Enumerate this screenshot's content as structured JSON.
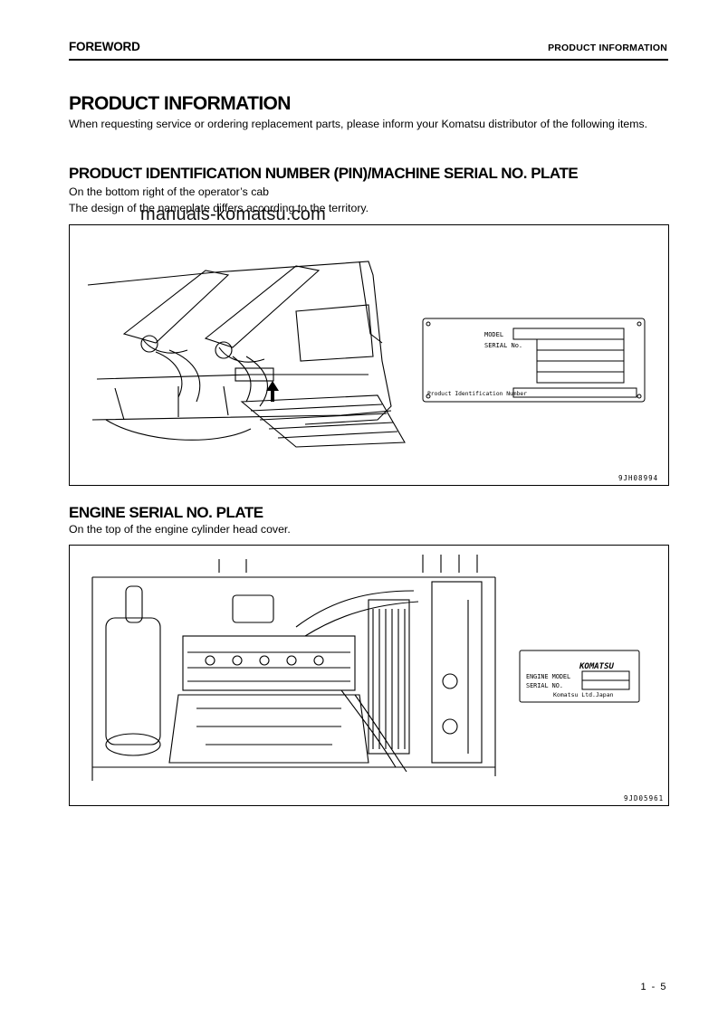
{
  "header": {
    "left": "FOREWORD",
    "right": "PRODUCT INFORMATION"
  },
  "title": "PRODUCT INFORMATION",
  "intro": "When requesting service or ordering replacement parts, please inform your Komatsu distributor of the following items.",
  "section1": {
    "heading": "PRODUCT IDENTIFICATION NUMBER (PIN)/MACHINE SERIAL NO. PLATE",
    "line1": "On the bottom right of the operator’s cab",
    "line2": "The design of the nameplate differs according to the territory.",
    "figure_code": "9JH08994",
    "plate": {
      "model": "MODEL",
      "serial": "SERIAL No.",
      "pin": "Product Identification Number"
    }
  },
  "section2": {
    "heading": "ENGINE SERIAL NO. PLATE",
    "line1": "On the top of the engine cylinder head cover.",
    "figure_code": "9JD05961",
    "plate": {
      "brand": "KOMATSU",
      "engine_model": "ENGINE MODEL",
      "serial": "SERIAL NO.",
      "maker": "Komatsu Ltd.Japan"
    }
  },
  "watermark": "manuals-komatsu.com",
  "page_number": "1 - 5"
}
